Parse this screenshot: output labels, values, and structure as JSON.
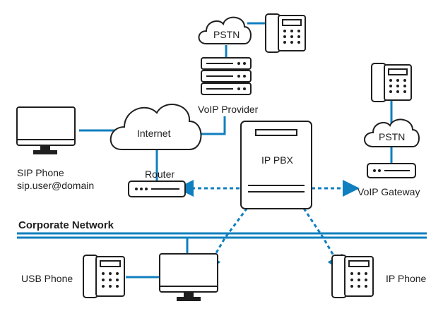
{
  "labels": {
    "pstn_top": "PSTN",
    "voip_provider": "VoIP Provider",
    "internet": "Internet",
    "router": "Router",
    "sip_phone": "SIP Phone",
    "sip_address": "sip.user@domain",
    "ip_pbx": "IP PBX",
    "pstn_right": "PSTN",
    "voip_gateway": "VoIP Gateway",
    "corporate_network": "Corporate Network",
    "usb_phone": "USB Phone",
    "ip_phone": "IP Phone"
  },
  "colors": {
    "link": "#0f7fbf",
    "outline": "#1f1f1f"
  }
}
